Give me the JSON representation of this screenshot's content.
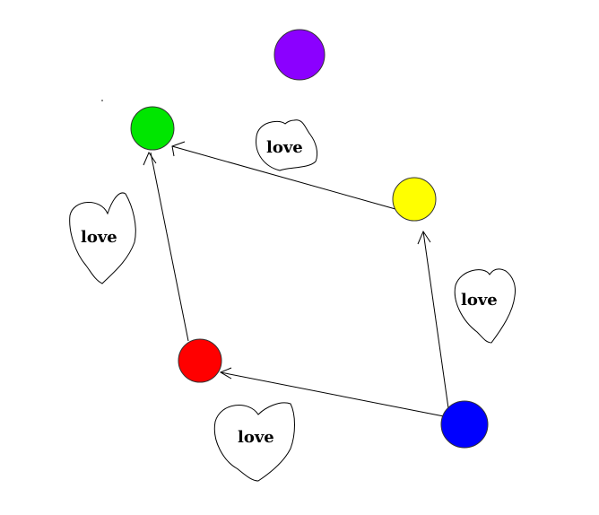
{
  "nodes": [
    {
      "id": "purple",
      "color": "#8b00ff"
    },
    {
      "id": "green",
      "color": "#00e600"
    },
    {
      "id": "yellow",
      "color": "#ffff00"
    },
    {
      "id": "red",
      "color": "#ff0000"
    },
    {
      "id": "blue",
      "color": "#0000ff"
    }
  ],
  "edges": [
    {
      "from": "blue",
      "to": "red"
    },
    {
      "from": "red",
      "to": "green"
    },
    {
      "from": "yellow",
      "to": "green"
    },
    {
      "from": "blue",
      "to": "yellow"
    }
  ],
  "labels": {
    "heart_top": "love",
    "heart_left": "love",
    "heart_right": "love",
    "heart_bottom": "love"
  }
}
